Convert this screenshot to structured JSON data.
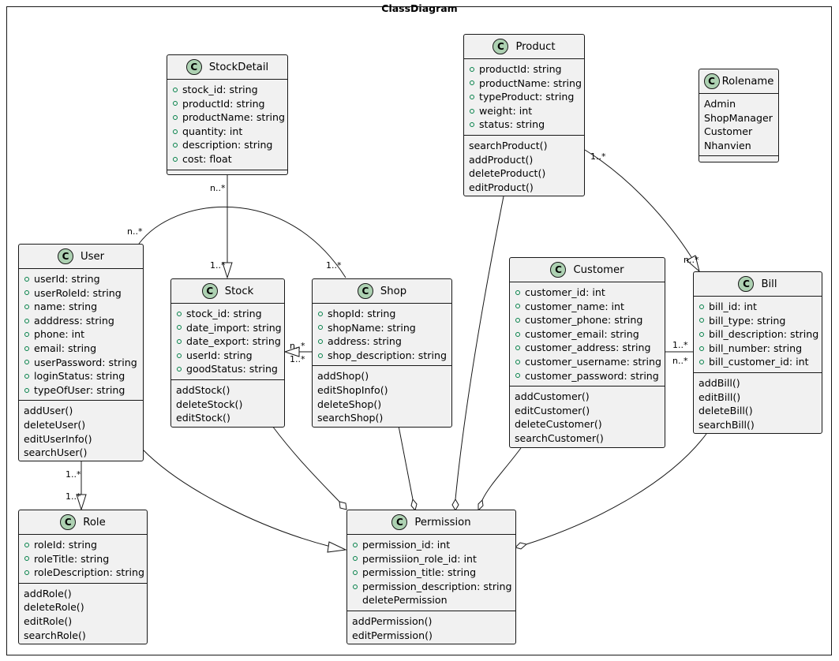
{
  "diagram": {
    "title": "ClassDiagram"
  },
  "classes": {
    "stockdetail": {
      "name": "StockDetail",
      "stereotype": "C",
      "attributes": [
        "stock_id: string",
        "productId: string",
        "productName: string",
        "quantity: int",
        "description: string",
        "cost: float"
      ],
      "methods": []
    },
    "product": {
      "name": "Product",
      "stereotype": "C",
      "attributes": [
        "productId: string",
        "productName: string",
        "typeProduct: string",
        "weight: int",
        "status: string"
      ],
      "methods": [
        "searchProduct()",
        "addProduct()",
        "deleteProduct()",
        "editProduct()"
      ]
    },
    "rolename": {
      "name": "Rolename",
      "stereotype": "C",
      "values": [
        "Admin",
        "ShopManager",
        "Customer",
        "Nhanvien"
      ]
    },
    "user": {
      "name": "User",
      "stereotype": "C",
      "attributes": [
        "userId: string",
        "userRoleId: string",
        "name: string",
        "adddress: string",
        "phone: int",
        "email: string",
        "userPassword: string",
        "loginStatus: string",
        "typeOfUser: string"
      ],
      "methods": [
        "addUser()",
        "deleteUser()",
        "editUserInfo()",
        "searchUser()"
      ]
    },
    "stock": {
      "name": "Stock",
      "stereotype": "C",
      "attributes": [
        "stock_id: string",
        "date_import: string",
        "date_export: string",
        "userId: string",
        "goodStatus: string"
      ],
      "methods": [
        "addStock()",
        "deleteStock()",
        "editStock()"
      ]
    },
    "shop": {
      "name": "Shop",
      "stereotype": "C",
      "attributes": [
        "shopId: string",
        "shopName: string",
        "address: string",
        "shop_description: string"
      ],
      "methods": [
        "addShop()",
        "editShopInfo()",
        "deleteShop()",
        "searchShop()"
      ]
    },
    "customer": {
      "name": "Customer",
      "stereotype": "C",
      "attributes": [
        "customer_id: int",
        "customer_name: int",
        "customer_phone: string",
        "customer_email: string",
        "customer_address: string",
        "customer_username: string",
        "customer_password: string"
      ],
      "methods": [
        "addCustomer()",
        "editCustomer()",
        "deleteCustomer()",
        "searchCustomer()"
      ]
    },
    "bill": {
      "name": "Bill",
      "stereotype": "C",
      "attributes": [
        "bill_id: int",
        "bill_type: string",
        "bill_description: string",
        "bill_number: string",
        "bill_customer_id: int"
      ],
      "methods": [
        "addBill()",
        "editBill()",
        "deleteBill()",
        "searchBill()"
      ]
    },
    "role": {
      "name": "Role",
      "stereotype": "C",
      "attributes": [
        "roleId: string",
        "roleTitle: string",
        "roleDescription: string"
      ],
      "methods": [
        "addRole()",
        "deleteRole()",
        "editRole()",
        "searchRole()"
      ]
    },
    "permission": {
      "name": "Permission",
      "stereotype": "C",
      "attributes": [
        "permission_id: int",
        "permissiion_role_id: int",
        "permission_title: string",
        "permission_description: string"
      ],
      "plain_fields": [
        "deletePermission"
      ],
      "methods": [
        "addPermission()",
        "editPermission()"
      ]
    }
  },
  "multiplicities": {
    "stockdetail_stock_src": "n..*",
    "stockdetail_stock_dst": "1..*",
    "user_shop_user": "n..*",
    "user_shop_shop": "1..*",
    "shop_stock_shop_a": "n..*",
    "shop_stock_shop_b": "1..*",
    "product_bill_src": "1..*",
    "product_bill_dst": "n..*",
    "customer_bill_a": "1..*",
    "customer_bill_b": "n..*",
    "user_role_src": "1..*",
    "user_role_dst": "1..*"
  },
  "colors": {
    "class_fill": "#f1f1f1",
    "badge": "#add1b2",
    "stroke": "#181818",
    "visibility": "#038048"
  }
}
